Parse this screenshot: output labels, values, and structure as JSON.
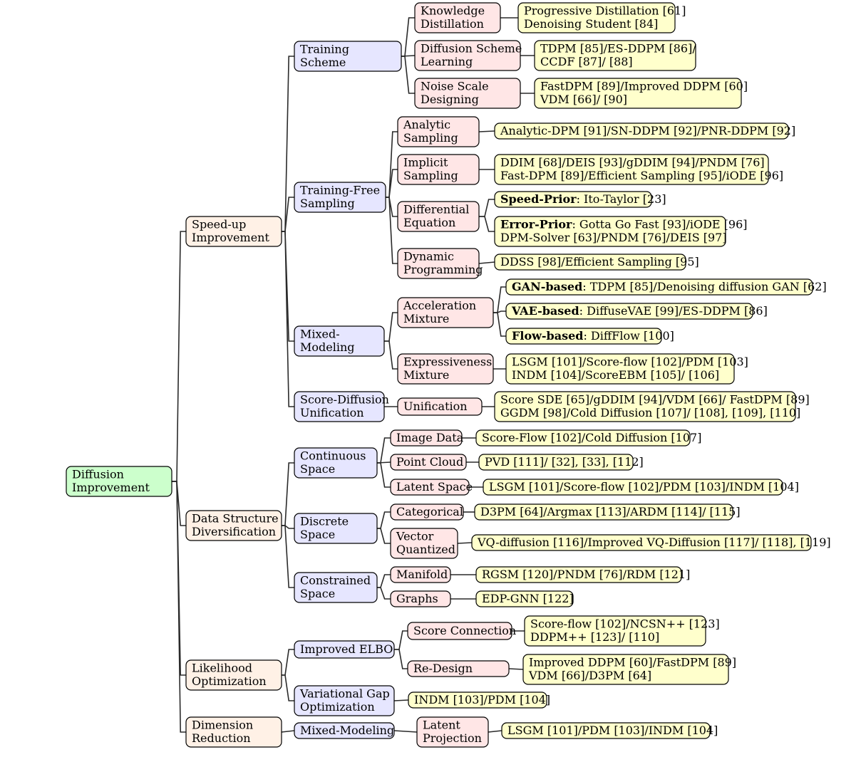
{
  "colors": {
    "root": "#ccffcc",
    "level1": "#fff1e6",
    "level2": "#e6e6ff",
    "level3": "#ffe6e6",
    "leaf": "#ffffcc"
  },
  "tree": {
    "root": {
      "lines": [
        "Diffusion",
        "Improvement"
      ]
    },
    "speedup": {
      "lines": [
        "Speed-up",
        "Improvement"
      ]
    },
    "datastruct": {
      "lines": [
        "Data Structure",
        "Diversification"
      ]
    },
    "likelihood": {
      "lines": [
        "Likelihood",
        "Optimization"
      ]
    },
    "dimension": {
      "lines": [
        "Dimension",
        "Reduction"
      ]
    },
    "training_scheme": {
      "lines": [
        "Training",
        "Scheme"
      ]
    },
    "training_free": {
      "lines": [
        "Training-Free",
        "Sampling"
      ]
    },
    "mixed_modeling_a": {
      "lines": [
        "Mixed-",
        "Modeling"
      ]
    },
    "score_diffusion": {
      "lines": [
        "Score-Diffusion",
        "Unification"
      ]
    },
    "continuous_space": {
      "lines": [
        "Continuous",
        "Space"
      ]
    },
    "discrete_space": {
      "lines": [
        "Discrete",
        "Space"
      ]
    },
    "constrained_space": {
      "lines": [
        "Constrained",
        "Space"
      ]
    },
    "improved_elbo": {
      "lines": [
        "Improved ELBO"
      ]
    },
    "variational_gap": {
      "lines": [
        "Variational Gap",
        "Optimization"
      ]
    },
    "mixed_modeling_b": {
      "lines": [
        "Mixed-Modeling"
      ]
    },
    "knowledge_distillation": {
      "lines": [
        "Knowledge",
        "Distillation"
      ]
    },
    "diffusion_scheme": {
      "lines": [
        "Diffusion Scheme",
        "Learning"
      ]
    },
    "noise_scale": {
      "lines": [
        "Noise Scale",
        "Designing"
      ]
    },
    "analytic_sampling": {
      "lines": [
        "Analytic",
        "Sampling"
      ]
    },
    "implicit_sampling": {
      "lines": [
        "Implicit",
        "Sampling"
      ]
    },
    "differential_equation": {
      "lines": [
        "Differential",
        "Equation"
      ]
    },
    "dynamic_programming": {
      "lines": [
        "Dynamic",
        "Programming"
      ]
    },
    "acceleration_mixture": {
      "lines": [
        "Acceleration",
        "Mixture"
      ]
    },
    "expressiveness_mixture": {
      "lines": [
        "Expressiveness",
        "Mixture"
      ]
    },
    "unification": {
      "lines": [
        "Unification"
      ]
    },
    "image_data": {
      "lines": [
        "Image Data"
      ]
    },
    "point_cloud": {
      "lines": [
        "Point Cloud"
      ]
    },
    "latent_space": {
      "lines": [
        "Latent Space"
      ]
    },
    "categorical": {
      "lines": [
        "Categorical"
      ]
    },
    "vector_quantized": {
      "lines": [
        "Vector",
        "Quantized"
      ]
    },
    "manifold": {
      "lines": [
        "Manifold"
      ]
    },
    "graphs": {
      "lines": [
        "Graphs"
      ]
    },
    "score_connection": {
      "lines": [
        "Score Connection"
      ]
    },
    "re_design": {
      "lines": [
        "Re-Design"
      ]
    },
    "latent_projection": {
      "lines": [
        "Latent",
        "Projection"
      ]
    },
    "leaf_kd": {
      "lines": [
        "Progressive Distillation [61]",
        "Denoising Student [84]"
      ]
    },
    "leaf_dsl": {
      "lines": [
        "TDPM [85]/ES-DDPM [86]/",
        "CCDF [87]/ [88]"
      ]
    },
    "leaf_nsd": {
      "lines": [
        "FastDPM [89]/Improved DDPM [60]",
        "VDM [66]/ [90]"
      ]
    },
    "leaf_analytic": {
      "lines": [
        "Analytic-DPM [91]/SN-DDPM [92]/PNR-DDPM [92]"
      ]
    },
    "leaf_implicit": {
      "lines": [
        "DDIM [68]/DEIS [93]/gDDIM [94]/PNDM [76]",
        "Fast-DPM [89]/Efficient Sampling [95]/iODE [96]"
      ]
    },
    "leaf_speed_prior": {
      "bold": "Speed-Prior",
      "lines": [
        ": Ito-Taylor [23]"
      ]
    },
    "leaf_error_prior": {
      "bold": "Error-Prior",
      "lines": [
        ": Gotta Go Fast [93]/iODE [96]",
        "DPM-Solver [63]/PNDM [76]/DEIS [97]"
      ]
    },
    "leaf_dynamic": {
      "lines": [
        "DDSS [98]/Efficient Sampling [95]"
      ]
    },
    "leaf_gan": {
      "bold": "GAN-based",
      "lines": [
        ": TDPM [85]/Denoising diffusion GAN [62]"
      ]
    },
    "leaf_vae": {
      "bold": "VAE-based",
      "lines": [
        ": DiffuseVAE [99]/ES-DDPM [86]"
      ]
    },
    "leaf_flow": {
      "bold": "Flow-based",
      "lines": [
        ": DiffFlow [100]"
      ]
    },
    "leaf_expressive": {
      "lines": [
        "LSGM [101]/Score-flow [102]/PDM [103]",
        "INDM [104]/ScoreEBM [105]/ [106]"
      ]
    },
    "leaf_unification": {
      "lines": [
        "Score SDE [65]/gDDIM [94]/VDM [66]/ FastDPM [89]",
        "GGDM [98]/Cold Diffusion [107]/ [108], [109], [110]"
      ]
    },
    "leaf_image": {
      "lines": [
        "Score-Flow [102]/Cold Diffusion [107]"
      ]
    },
    "leaf_point": {
      "lines": [
        "PVD [111]/ [32], [33], [112]"
      ]
    },
    "leaf_latent": {
      "lines": [
        "LSGM [101]/Score-flow [102]/PDM [103]/INDM [104]"
      ]
    },
    "leaf_categorical": {
      "lines": [
        "D3PM [64]/Argmax [113]/ARDM [114]/ [115]"
      ]
    },
    "leaf_vq": {
      "lines": [
        "VQ-diffusion [116]/Improved VQ-Diffusion [117]/ [118], [119]"
      ]
    },
    "leaf_manifold": {
      "lines": [
        "RGSM [120]/PNDM [76]/RDM [121]"
      ]
    },
    "leaf_graphs": {
      "lines": [
        "EDP-GNN [122]"
      ]
    },
    "leaf_score_conn": {
      "lines": [
        "Score-flow [102]/NCSN++ [123]",
        "DDPM++ [123]/ [110]"
      ]
    },
    "leaf_redesign": {
      "lines": [
        "Improved DDPM [60]/FastDPM [89]",
        "VDM [66]/D3PM [64]"
      ]
    },
    "leaf_vgap": {
      "lines": [
        "INDM [103]/PDM [104]"
      ]
    },
    "leaf_latent_proj": {
      "lines": [
        "LSGM [101]/PDM [103]/INDM [104]"
      ]
    }
  }
}
